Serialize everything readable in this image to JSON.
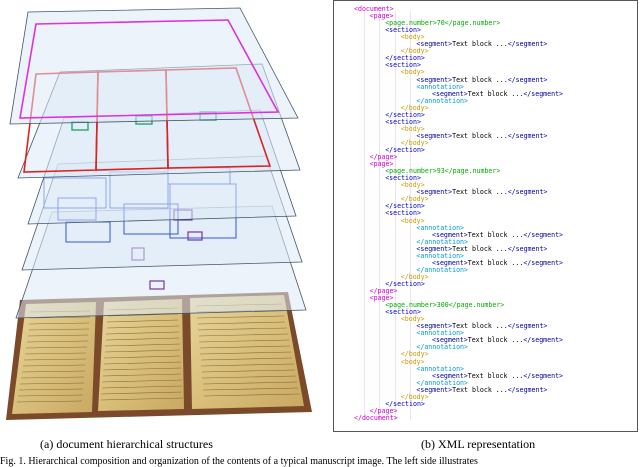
{
  "captions": {
    "a": "(a) document hierarchical structures",
    "b": "(b) XML representation"
  },
  "figure_note": "Fig. 1. Hierarchical composition and organization of the contents of a typical manuscript image. The left side illustrates",
  "colors": {
    "page": "#cc00cc",
    "section": "#0000cc",
    "body": "#cc9900",
    "segment": "#000099",
    "annotation": "#0099cc",
    "page_number": "#00aa00",
    "text": "#000000",
    "document": "#cc00cc",
    "layer_fill": "#dce9f5",
    "layer_border": "#445566"
  },
  "xml_lines": [
    {
      "indent": 0,
      "parts": [
        {
          "t": "<document>",
          "c": "document"
        }
      ]
    },
    {
      "indent": 1,
      "parts": [
        {
          "t": "<page>",
          "c": "page"
        }
      ]
    },
    {
      "indent": 2,
      "parts": [
        {
          "t": "<page.number>70</page.number>",
          "c": "page_number"
        }
      ]
    },
    {
      "indent": 2,
      "parts": [
        {
          "t": "<section>",
          "c": "section"
        }
      ]
    },
    {
      "indent": 3,
      "parts": [
        {
          "t": "<body>",
          "c": "body"
        }
      ]
    },
    {
      "indent": 4,
      "parts": [
        {
          "t": "<segment>",
          "c": "segment"
        },
        {
          "t": "Text block ...",
          "c": "text"
        },
        {
          "t": "</segment>",
          "c": "segment"
        }
      ]
    },
    {
      "indent": 3,
      "parts": [
        {
          "t": "</body>",
          "c": "body"
        }
      ]
    },
    {
      "indent": 2,
      "parts": [
        {
          "t": "</section>",
          "c": "section"
        }
      ]
    },
    {
      "indent": 2,
      "parts": [
        {
          "t": "<section>",
          "c": "section"
        }
      ]
    },
    {
      "indent": 3,
      "parts": [
        {
          "t": "<body>",
          "c": "body"
        }
      ]
    },
    {
      "indent": 4,
      "parts": [
        {
          "t": "<segment>",
          "c": "segment"
        },
        {
          "t": "Text block ...",
          "c": "text"
        },
        {
          "t": "</segment>",
          "c": "segment"
        }
      ]
    },
    {
      "indent": 4,
      "parts": [
        {
          "t": "<annotation>",
          "c": "annotation"
        }
      ]
    },
    {
      "indent": 5,
      "parts": [
        {
          "t": "<segment>",
          "c": "segment"
        },
        {
          "t": "Text block ...",
          "c": "text"
        },
        {
          "t": "</segment>",
          "c": "segment"
        }
      ]
    },
    {
      "indent": 4,
      "parts": [
        {
          "t": "</annotation>",
          "c": "annotation"
        }
      ]
    },
    {
      "indent": 3,
      "parts": [
        {
          "t": "</body>",
          "c": "body"
        }
      ]
    },
    {
      "indent": 2,
      "parts": [
        {
          "t": "</section>",
          "c": "section"
        }
      ]
    },
    {
      "indent": 2,
      "parts": [
        {
          "t": "<section>",
          "c": "section"
        }
      ]
    },
    {
      "indent": 3,
      "parts": [
        {
          "t": "<body>",
          "c": "body"
        }
      ]
    },
    {
      "indent": 4,
      "parts": [
        {
          "t": "<segment>",
          "c": "segment"
        },
        {
          "t": "Text block ...",
          "c": "text"
        },
        {
          "t": "</segment>",
          "c": "segment"
        }
      ]
    },
    {
      "indent": 3,
      "parts": [
        {
          "t": "</body>",
          "c": "body"
        }
      ]
    },
    {
      "indent": 2,
      "parts": [
        {
          "t": "</section>",
          "c": "section"
        }
      ]
    },
    {
      "indent": 1,
      "parts": [
        {
          "t": "</page>",
          "c": "page"
        }
      ]
    },
    {
      "indent": 1,
      "parts": [
        {
          "t": "<page>",
          "c": "page"
        }
      ]
    },
    {
      "indent": 2,
      "parts": [
        {
          "t": "<page.number>93</page.number>",
          "c": "page_number"
        }
      ]
    },
    {
      "indent": 2,
      "parts": [
        {
          "t": "<section>",
          "c": "section"
        }
      ]
    },
    {
      "indent": 3,
      "parts": [
        {
          "t": "<body>",
          "c": "body"
        }
      ]
    },
    {
      "indent": 4,
      "parts": [
        {
          "t": "<segment>",
          "c": "segment"
        },
        {
          "t": "Text block ...",
          "c": "text"
        },
        {
          "t": "</segment>",
          "c": "segment"
        }
      ]
    },
    {
      "indent": 3,
      "parts": [
        {
          "t": "</body>",
          "c": "body"
        }
      ]
    },
    {
      "indent": 2,
      "parts": [
        {
          "t": "</section>",
          "c": "section"
        }
      ]
    },
    {
      "indent": 2,
      "parts": [
        {
          "t": "<section>",
          "c": "section"
        }
      ]
    },
    {
      "indent": 3,
      "parts": [
        {
          "t": "<body>",
          "c": "body"
        }
      ]
    },
    {
      "indent": 4,
      "parts": [
        {
          "t": "<annotation>",
          "c": "annotation"
        }
      ]
    },
    {
      "indent": 5,
      "parts": [
        {
          "t": "<segment>",
          "c": "segment"
        },
        {
          "t": "Text block ...",
          "c": "text"
        },
        {
          "t": "</segment>",
          "c": "segment"
        }
      ]
    },
    {
      "indent": 4,
      "parts": [
        {
          "t": "</annotation>",
          "c": "annotation"
        }
      ]
    },
    {
      "indent": 4,
      "parts": [
        {
          "t": "<segment>",
          "c": "segment"
        },
        {
          "t": "Text block ...",
          "c": "text"
        },
        {
          "t": "</segment>",
          "c": "segment"
        }
      ]
    },
    {
      "indent": 4,
      "parts": [
        {
          "t": "<annotation>",
          "c": "annotation"
        }
      ]
    },
    {
      "indent": 5,
      "parts": [
        {
          "t": "<segment>",
          "c": "segment"
        },
        {
          "t": "Text block ...",
          "c": "text"
        },
        {
          "t": "</segment>",
          "c": "segment"
        }
      ]
    },
    {
      "indent": 4,
      "parts": [
        {
          "t": "</annotation>",
          "c": "annotation"
        }
      ]
    },
    {
      "indent": 3,
      "parts": [
        {
          "t": "</body>",
          "c": "body"
        }
      ]
    },
    {
      "indent": 2,
      "parts": [
        {
          "t": "</section>",
          "c": "section"
        }
      ]
    },
    {
      "indent": 1,
      "parts": [
        {
          "t": "</page>",
          "c": "page"
        }
      ]
    },
    {
      "indent": 1,
      "parts": [
        {
          "t": "<page>",
          "c": "page"
        }
      ]
    },
    {
      "indent": 2,
      "parts": [
        {
          "t": "<page.number>300</page.number>",
          "c": "page_number"
        }
      ]
    },
    {
      "indent": 2,
      "parts": [
        {
          "t": "<section>",
          "c": "section"
        }
      ]
    },
    {
      "indent": 3,
      "parts": [
        {
          "t": "<body>",
          "c": "body"
        }
      ]
    },
    {
      "indent": 4,
      "parts": [
        {
          "t": "<segment>",
          "c": "segment"
        },
        {
          "t": "Text block ...",
          "c": "text"
        },
        {
          "t": "</segment>",
          "c": "segment"
        }
      ]
    },
    {
      "indent": 4,
      "parts": [
        {
          "t": "<annotation>",
          "c": "annotation"
        }
      ]
    },
    {
      "indent": 5,
      "parts": [
        {
          "t": "<segment>",
          "c": "segment"
        },
        {
          "t": "Text block ...",
          "c": "text"
        },
        {
          "t": "</segment>",
          "c": "segment"
        }
      ]
    },
    {
      "indent": 4,
      "parts": [
        {
          "t": "</annotation>",
          "c": "annotation"
        }
      ]
    },
    {
      "indent": 3,
      "parts": [
        {
          "t": "</body>",
          "c": "body"
        }
      ]
    },
    {
      "indent": 3,
      "parts": [
        {
          "t": "<body>",
          "c": "body"
        }
      ]
    },
    {
      "indent": 4,
      "parts": [
        {
          "t": "<annotation>",
          "c": "annotation"
        }
      ]
    },
    {
      "indent": 5,
      "parts": [
        {
          "t": "<segment>",
          "c": "segment"
        },
        {
          "t": "Text block ...",
          "c": "text"
        },
        {
          "t": "</segment>",
          "c": "segment"
        }
      ]
    },
    {
      "indent": 4,
      "parts": [
        {
          "t": "</annotation>",
          "c": "annotation"
        }
      ]
    },
    {
      "indent": 4,
      "parts": [
        {
          "t": "<segment>",
          "c": "segment"
        },
        {
          "t": "Text block ...",
          "c": "text"
        },
        {
          "t": "</segment>",
          "c": "segment"
        }
      ]
    },
    {
      "indent": 3,
      "parts": [
        {
          "t": "</body>",
          "c": "body"
        }
      ]
    },
    {
      "indent": 2,
      "parts": [
        {
          "t": "</section>",
          "c": "section"
        }
      ]
    },
    {
      "indent": 1,
      "parts": [
        {
          "t": "</page>",
          "c": "page"
        }
      ]
    },
    {
      "indent": 0,
      "parts": [
        {
          "t": "</document>",
          "c": "document"
        }
      ]
    }
  ]
}
